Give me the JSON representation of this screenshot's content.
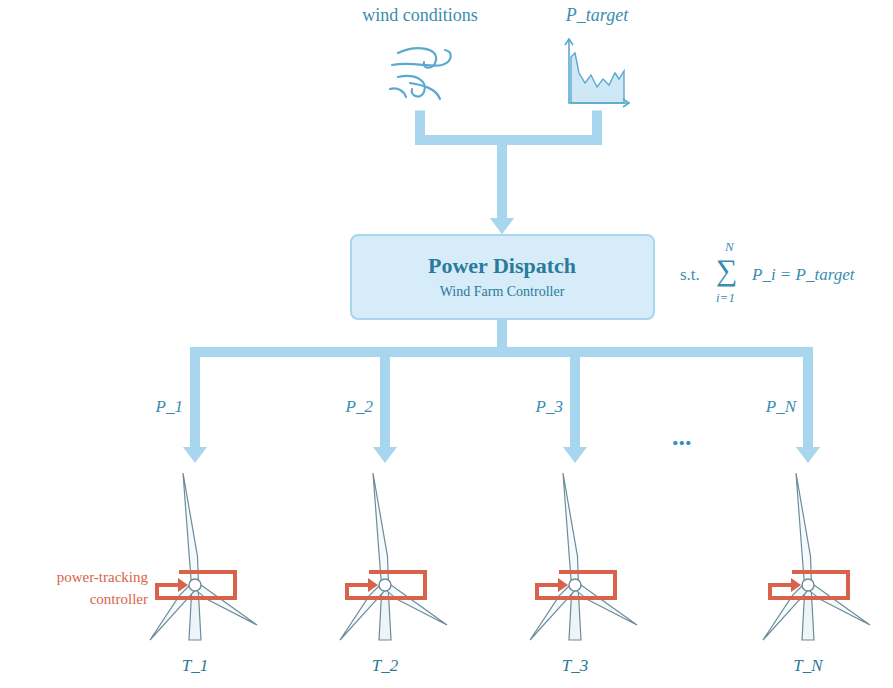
{
  "diagram": {
    "nodes": [
      {
        "text": [
          "wind conditions"
        ]
      },
      {
        "text": [
          "P_target"
        ]
      },
      {
        "text": [
          "Power Dispatch",
          "Wind Farm Controller"
        ]
      },
      {
        "text": [
          "T_1"
        ]
      },
      {
        "text": [
          "T_2"
        ]
      },
      {
        "text": [
          "T_3"
        ]
      },
      {
        "text": [
          "T_N"
        ]
      }
    ],
    "edges": [
      {
        "from": 0,
        "to": 2,
        "arrow": "to"
      },
      {
        "from": 1,
        "to": 2,
        "arrow": "to"
      },
      {
        "from": 2,
        "to": 3,
        "label": "P_1",
        "arrow": "to"
      },
      {
        "from": 2,
        "to": 4,
        "label": "P_2",
        "arrow": "to"
      },
      {
        "from": 2,
        "to": 5,
        "label": "P_3",
        "arrow": "to"
      },
      {
        "from": 2,
        "to": 6,
        "label": "P_N",
        "arrow": "to"
      }
    ],
    "labels": [
      "power-tracking controller",
      "...",
      "s.t.",
      "N",
      "∑",
      "i=1",
      "P_i = P_target"
    ]
  }
}
